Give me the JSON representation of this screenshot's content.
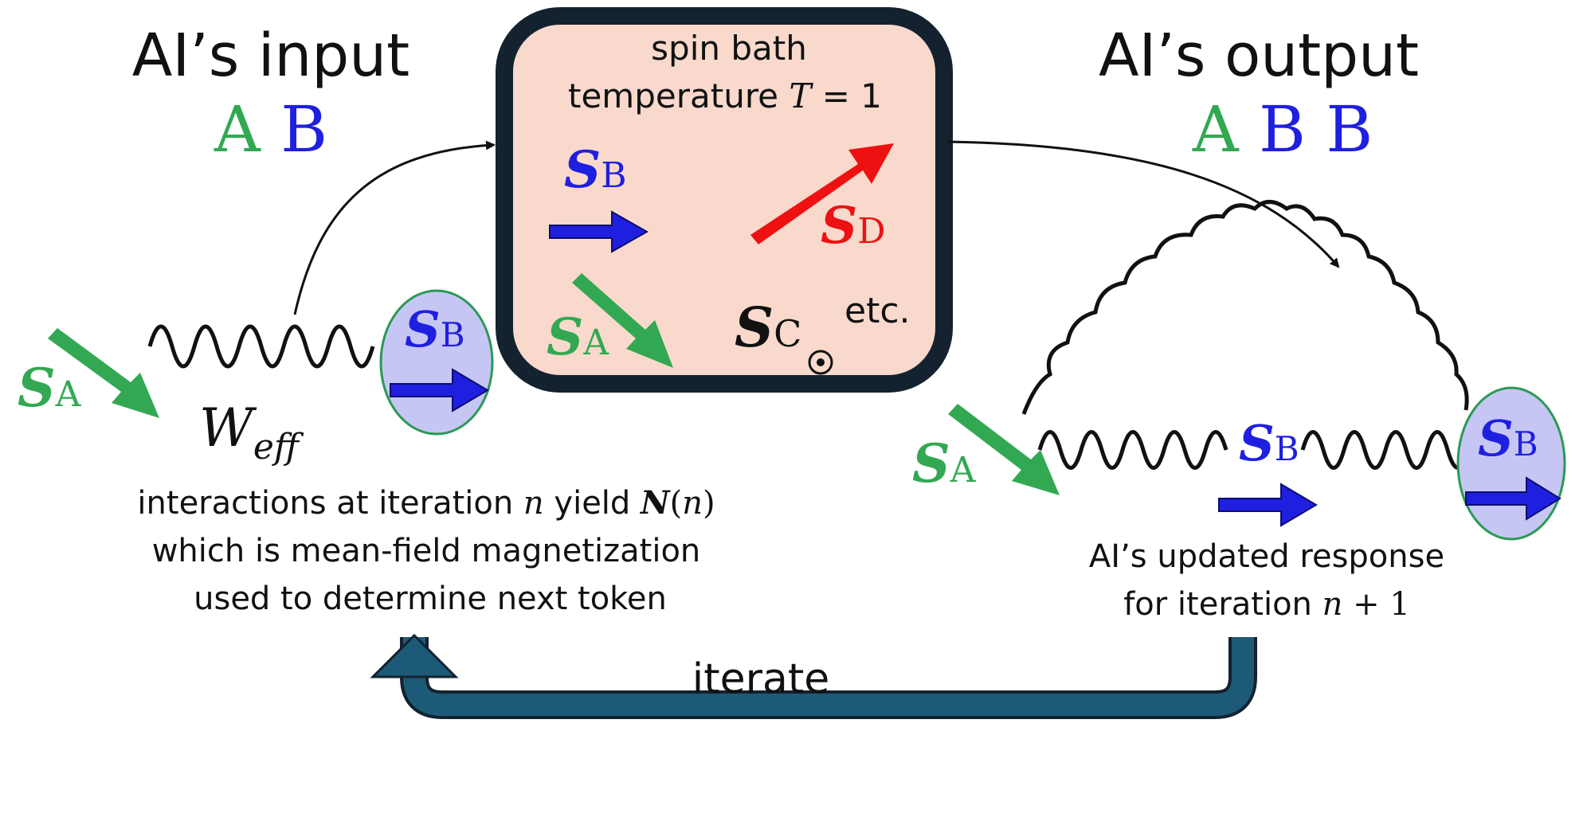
{
  "input": {
    "title": "AI’s input",
    "tokens": [
      "A",
      "B"
    ]
  },
  "output": {
    "title": "AI’s output",
    "tokens": [
      "A",
      "B",
      "B"
    ]
  },
  "bath": {
    "line1": "spin bath",
    "line2_text": "temperature ",
    "line2_var": "T",
    "line2_rest": " = 1",
    "etc": "etc."
  },
  "spins": {
    "s": "S",
    "A": "A",
    "B": "B",
    "C": "C",
    "D": "D"
  },
  "weff": {
    "main": "W",
    "sub": "eff"
  },
  "left_caption": {
    "line1_a": "interactions at iteration ",
    "line1_n": "n",
    "line1_b": " yield ",
    "line1_N": "N",
    "line1_c": "(",
    "line1_n2": "n",
    "line1_d": ")",
    "line2": "which is mean-field magnetization",
    "line3": "used to determine next token"
  },
  "right_caption": {
    "line1": "AI’s updated response",
    "line2_a": "for iteration ",
    "line2_n": "n",
    "line2_b": " + 1"
  },
  "iterate_label": "iterate",
  "colors": {
    "green": "#33a852",
    "blue": "#1f1fe0",
    "red": "#ee1111",
    "bath_fill": "#f9d9cc",
    "bath_border": "#14222f",
    "bubble_fill": "#c6c6f4",
    "bubble_border": "#2a9a55",
    "iterate_arrow": "#1c5a78"
  }
}
